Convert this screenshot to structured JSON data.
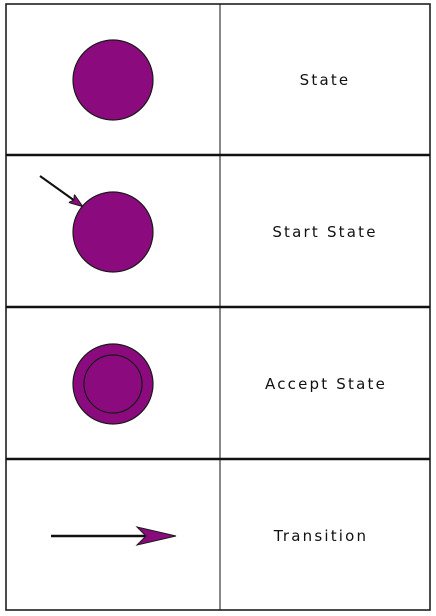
{
  "legend": {
    "rows": [
      {
        "label": "State",
        "symbol": "state"
      },
      {
        "label": "Start State",
        "symbol": "start-state"
      },
      {
        "label": "Accept State",
        "symbol": "accept-state"
      },
      {
        "label": "Transition",
        "symbol": "transition"
      }
    ]
  },
  "colors": {
    "fill": "#8b0a7d",
    "stroke": "#1a1a1a",
    "border": "#111111",
    "background": "#ffffff"
  }
}
